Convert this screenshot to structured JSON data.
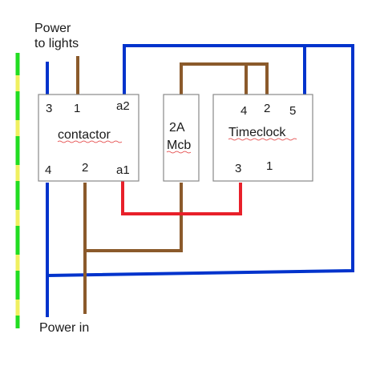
{
  "labels": {
    "power_to_lights_line1": "Power",
    "power_to_lights_line2": "to lights",
    "power_in": "Power in"
  },
  "contactor": {
    "name": "contactor",
    "terminals": {
      "t3": "3",
      "t1": "1",
      "a2": "a2",
      "t4": "4",
      "t2": "2",
      "a1": "a1"
    }
  },
  "mcb": {
    "rating": "2A",
    "name": "Mcb"
  },
  "timeclock": {
    "name": "Timeclock",
    "terminals": {
      "t4": "4",
      "t2": "2",
      "t5": "5",
      "t3": "3",
      "t1": "1"
    }
  },
  "colors": {
    "live": "#8B5A2B",
    "neutral": "#0033cc",
    "switched": "#e8202a",
    "earth_green": "#22dd22",
    "earth_yellow": "#f0f060",
    "box_border": "#888888"
  }
}
